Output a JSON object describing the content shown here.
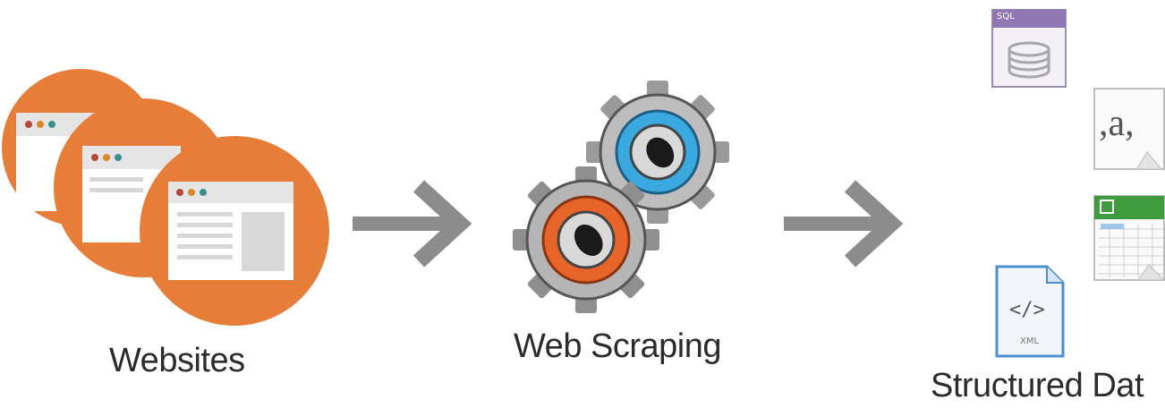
{
  "labels": {
    "websites": "Websites",
    "web_scraping": "Web Scraping",
    "structured_data": "Structured Dat"
  },
  "icons": {
    "sql": "SQL",
    "csv": ",a,",
    "xml_tag": "</>",
    "xml": "XML"
  },
  "colors": {
    "orange": "#E67E3A",
    "arrow": "#8C8C8C",
    "gear_blue": "#3AA9E0",
    "gear_orange": "#E8652A",
    "sheet_green": "#3E9B3E"
  }
}
